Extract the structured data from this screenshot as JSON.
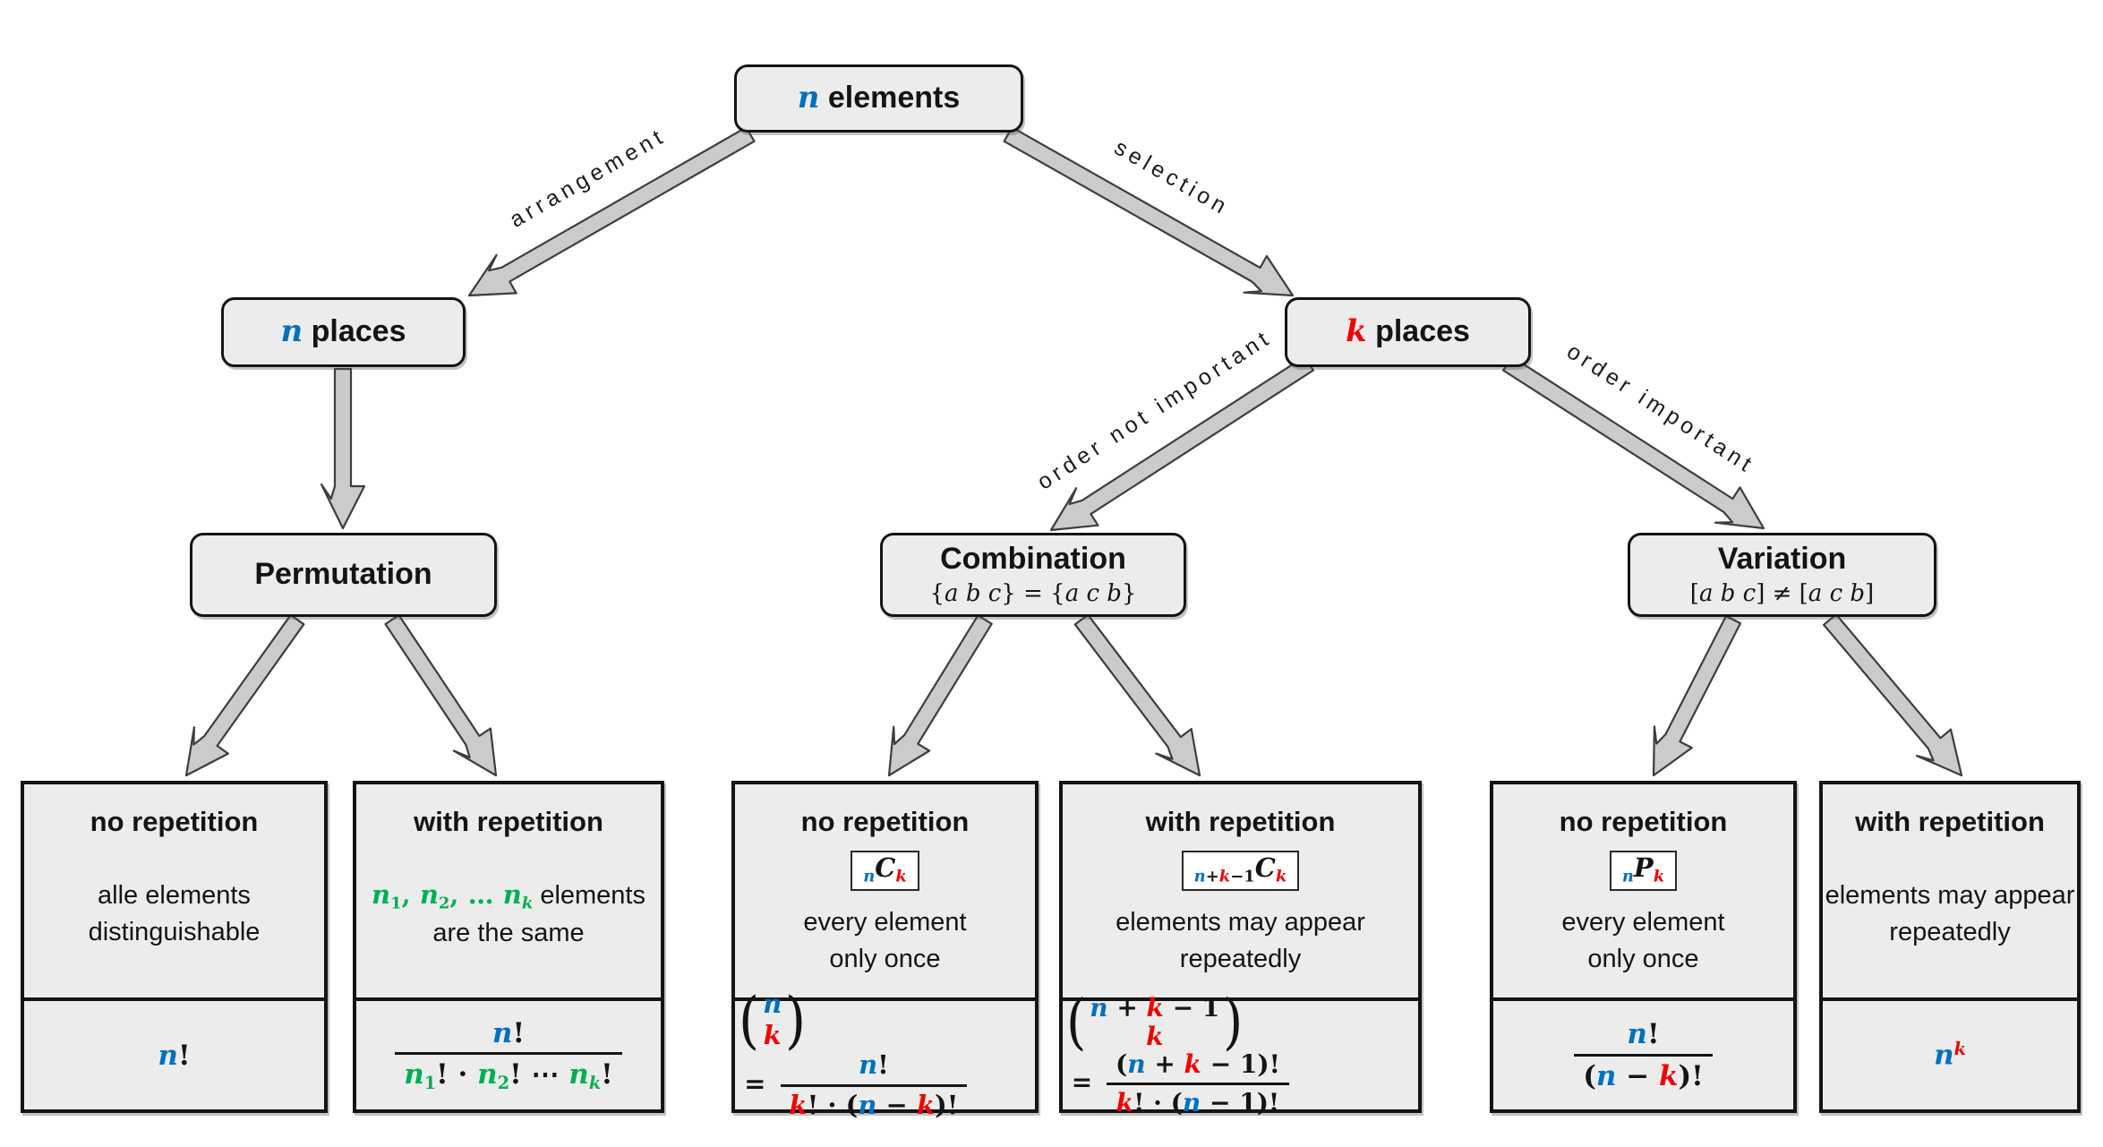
{
  "palette": {
    "blue": "#0070C0",
    "red": "#F40000",
    "green": "#00B050",
    "ink": "#141414"
  },
  "edges": {
    "arrangement": "arrangement",
    "selection": "selection",
    "order_not_important": "order not important",
    "order_important": "order important"
  },
  "nodes": {
    "root": {
      "label": [
        {
          "t": "n",
          "c": "blue"
        },
        {
          "t": " elements",
          "sans": 1
        }
      ]
    },
    "n_places": {
      "label": [
        {
          "t": "n",
          "c": "blue"
        },
        {
          "t": " places",
          "sans": 1
        }
      ]
    },
    "k_places": {
      "label": [
        {
          "t": "k",
          "c": "red"
        },
        {
          "t": " places",
          "sans": 1
        }
      ]
    },
    "permutation": {
      "title": "Permutation"
    },
    "combination": {
      "title": "Combination",
      "sub": [
        {
          "t": "{",
          "r": 1
        },
        {
          "t": "a b c"
        },
        {
          "t": "} = {",
          "r": 1
        },
        {
          "t": "a c b"
        },
        {
          "t": "}",
          "r": 1
        }
      ]
    },
    "variation": {
      "title": "Variation",
      "sub": [
        {
          "t": "[",
          "r": 1
        },
        {
          "t": "a b c"
        },
        {
          "t": "] ≠ [",
          "r": 1
        },
        {
          "t": "a c b"
        },
        {
          "t": "]",
          "r": 1
        }
      ]
    }
  },
  "leaves": [
    {
      "title": "no repetition",
      "desc": [
        {
          "t": "alle elements",
          "sans": 1
        },
        {
          "br": 1
        },
        {
          "t": "distinguishable",
          "sans": 1
        }
      ],
      "formula": [
        {
          "t": "n",
          "c": "blue"
        },
        {
          "t": "!",
          "r": 1
        }
      ]
    },
    {
      "title": "with repetition",
      "desc": [
        {
          "t": "n",
          "c": "green"
        },
        {
          "t": "1",
          "c": "green",
          "v": "sub",
          "r": 1
        },
        {
          "t": ", ",
          "c": "green",
          "r": 1
        },
        {
          "t": "n",
          "c": "green"
        },
        {
          "t": "2",
          "c": "green",
          "v": "sub",
          "r": 1
        },
        {
          "t": ", … ",
          "c": "green",
          "r": 1
        },
        {
          "t": "n",
          "c": "green"
        },
        {
          "t": "k",
          "c": "green",
          "v": "sub"
        },
        {
          "t": " elements",
          "sans": 1
        },
        {
          "br": 1
        },
        {
          "t": "are the same",
          "sans": 1
        }
      ],
      "formula": [
        {
          "frac": {
            "n": [
              {
                "t": "n",
                "c": "blue"
              },
              {
                "t": "!",
                "r": 1
              }
            ],
            "d": [
              {
                "t": "n",
                "c": "green"
              },
              {
                "t": "1",
                "c": "green",
                "v": "sub",
                "r": 1
              },
              {
                "t": "!",
                "r": 1
              },
              {
                "t": " · ",
                "r": 1
              },
              {
                "t": "n",
                "c": "green"
              },
              {
                "t": "2",
                "c": "green",
                "v": "sub",
                "r": 1
              },
              {
                "t": "!",
                "r": 1
              },
              {
                "t": " ⋯ ",
                "r": 1
              },
              {
                "t": "n",
                "c": "green"
              },
              {
                "t": "k",
                "c": "green",
                "v": "sub"
              },
              {
                "t": "!",
                "r": 1
              }
            ]
          }
        }
      ]
    },
    {
      "title": "no repetition",
      "badge": [
        {
          "t": "n",
          "c": "blue",
          "v": "sub"
        },
        {
          "t": "C"
        },
        {
          "t": "k",
          "c": "red",
          "v": "sub"
        }
      ],
      "desc": [
        {
          "t": "every element",
          "sans": 1
        },
        {
          "br": 1
        },
        {
          "t": "only once",
          "sans": 1
        }
      ],
      "formula": [
        {
          "binom": {
            "t": [
              {
                "t": "n",
                "c": "blue"
              }
            ],
            "b": [
              {
                "t": "k",
                "c": "red"
              }
            ]
          }
        },
        {
          "t": " = ",
          "r": 1
        },
        {
          "frac": {
            "n": [
              {
                "t": "n",
                "c": "blue"
              },
              {
                "t": "!",
                "r": 1
              }
            ],
            "d": [
              {
                "t": "k",
                "c": "red"
              },
              {
                "t": "! · (",
                "r": 1
              },
              {
                "t": "n",
                "c": "blue"
              },
              {
                "t": " − ",
                "r": 1
              },
              {
                "t": "k",
                "c": "red"
              },
              {
                "t": ")!",
                "r": 1
              }
            ]
          }
        }
      ]
    },
    {
      "title": "with repetition",
      "badge": [
        {
          "t": "n",
          "c": "blue",
          "v": "sub"
        },
        {
          "t": "+",
          "v": "sub",
          "r": 1
        },
        {
          "t": "k",
          "c": "red",
          "v": "sub"
        },
        {
          "t": "−1",
          "v": "sub",
          "r": 1
        },
        {
          "t": "C"
        },
        {
          "t": "k",
          "c": "red",
          "v": "sub"
        }
      ],
      "desc": [
        {
          "t": "elements may appear",
          "sans": 1
        },
        {
          "br": 1
        },
        {
          "t": "repeatedly",
          "sans": 1
        }
      ],
      "formula": [
        {
          "binom": {
            "t": [
              {
                "t": "n",
                "c": "blue"
              },
              {
                "t": " + ",
                "r": 1
              },
              {
                "t": "k",
                "c": "red"
              },
              {
                "t": " − 1",
                "r": 1
              }
            ],
            "b": [
              {
                "t": "k",
                "c": "red"
              }
            ]
          }
        },
        {
          "t": " = ",
          "r": 1
        },
        {
          "frac": {
            "n": [
              {
                "t": "(",
                "r": 1
              },
              {
                "t": "n",
                "c": "blue"
              },
              {
                "t": " + ",
                "r": 1
              },
              {
                "t": "k",
                "c": "red"
              },
              {
                "t": " − 1",
                "r": 1
              },
              {
                "t": ")!",
                "r": 1
              }
            ],
            "d": [
              {
                "t": "k",
                "c": "red"
              },
              {
                "t": "! · (",
                "r": 1
              },
              {
                "t": "n",
                "c": "blue"
              },
              {
                "t": " − 1",
                "r": 1
              },
              {
                "t": ")!",
                "r": 1
              }
            ]
          }
        }
      ]
    },
    {
      "title": "no repetition",
      "badge": [
        {
          "t": "n",
          "c": "blue",
          "v": "sub"
        },
        {
          "t": "P"
        },
        {
          "t": "k",
          "c": "red",
          "v": "sub"
        }
      ],
      "desc": [
        {
          "t": "every element",
          "sans": 1
        },
        {
          "br": 1
        },
        {
          "t": "only once",
          "sans": 1
        }
      ],
      "formula": [
        {
          "frac": {
            "n": [
              {
                "t": "n",
                "c": "blue"
              },
              {
                "t": "!",
                "r": 1
              }
            ],
            "d": [
              {
                "t": "(",
                "r": 1
              },
              {
                "t": "n",
                "c": "blue"
              },
              {
                "t": " − ",
                "r": 1
              },
              {
                "t": "k",
                "c": "red"
              },
              {
                "t": ")!",
                "r": 1
              }
            ]
          }
        }
      ]
    },
    {
      "title": "with repetition",
      "desc": [
        {
          "t": "elements may appear",
          "sans": 1
        },
        {
          "br": 1
        },
        {
          "t": "repeatedly",
          "sans": 1
        }
      ],
      "formula": [
        {
          "t": "n",
          "c": "blue"
        },
        {
          "t": "k",
          "c": "red",
          "v": "sup"
        }
      ]
    }
  ]
}
